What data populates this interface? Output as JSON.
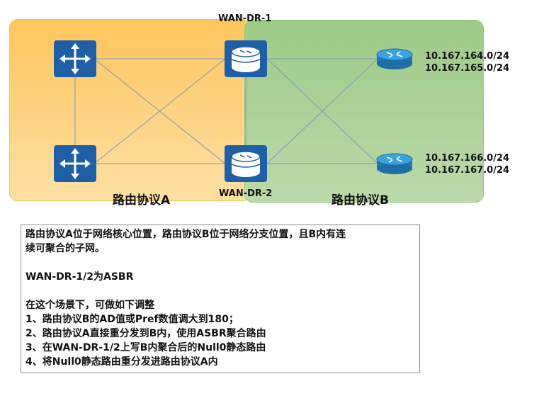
{
  "zones": {
    "a_label": "路由协议A",
    "b_label": "路由协议B"
  },
  "devices": {
    "dr1_label": "WAN-DR-1",
    "dr2_label": "WAN-DR-2"
  },
  "subnets_top": [
    "10.167.164.0/24",
    "10.167.165.0/24"
  ],
  "subnets_bottom": [
    "10.167.166.0/24",
    "10.167.167.0/24"
  ],
  "note": {
    "para1_line1": "路由协议A位于网络核心位置，路由协议B位于网络分支位置，且B内有连",
    "para1_line2": "续可聚合的子网。",
    "para2": "WAN-DR-1/2为ASBR",
    "para3_title": "在这个场景下，可做如下调整",
    "items": [
      "1、路由协议B的AD值或Pref数值调大到180；",
      "2、路由协议A直接重分发到B内，使用ASBR聚合路由",
      "3、在WAN-DR-1/2上写B内聚合后的Null0静态路由",
      "4、将Null0静态路由重分发进路由协议A内"
    ]
  },
  "colors": {
    "zone_a": "#fdd17e",
    "zone_b": "#acd198",
    "device_blue": "#1f5fa6",
    "cisco_router": "#2d9ad6"
  }
}
